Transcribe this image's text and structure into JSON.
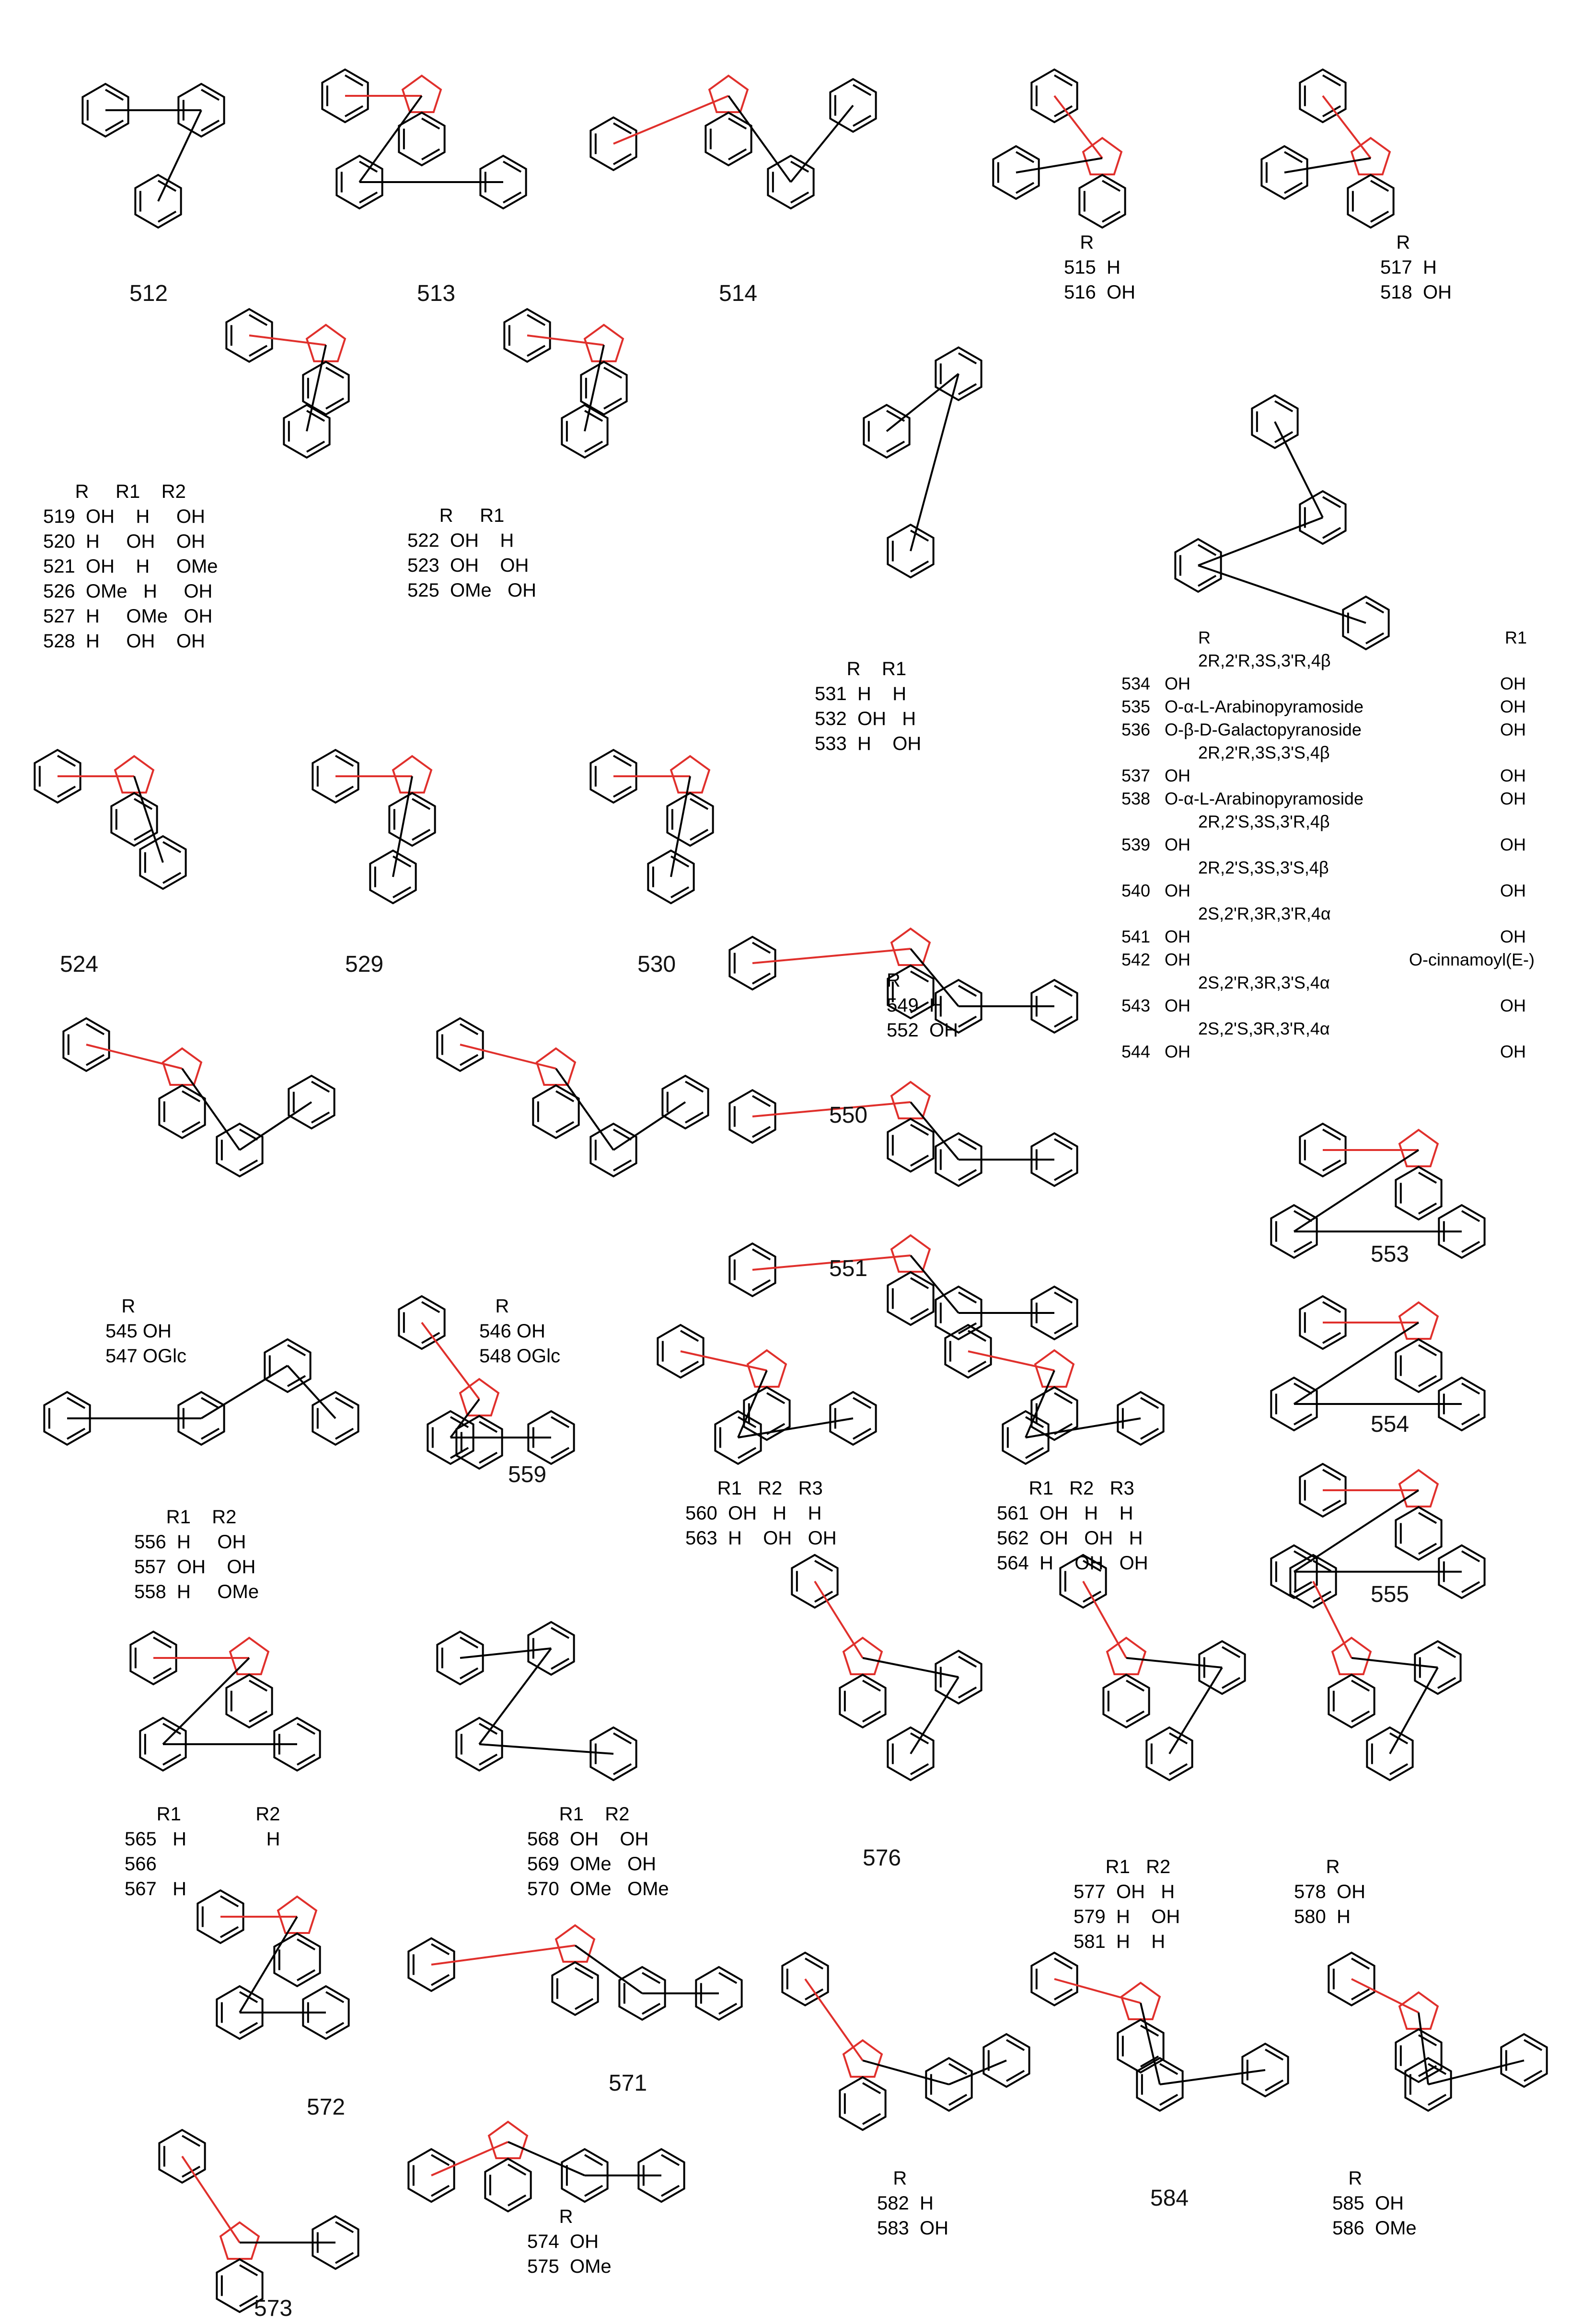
{
  "compounds": [
    {
      "id": "512"
    },
    {
      "id": "513"
    },
    {
      "id": "514"
    },
    {
      "id": "524"
    },
    {
      "id": "529"
    },
    {
      "id": "530"
    },
    {
      "id": "545 / 547"
    },
    {
      "id": "546 / 548"
    },
    {
      "id": "549 / 552"
    },
    {
      "id": "550"
    },
    {
      "id": "551"
    },
    {
      "id": "553"
    },
    {
      "id": "554"
    },
    {
      "id": "555"
    },
    {
      "id": "559"
    },
    {
      "id": "571"
    },
    {
      "id": "572"
    },
    {
      "id": "573"
    },
    {
      "id": "576"
    },
    {
      "id": "584"
    }
  ],
  "labels": {
    "c512": "512",
    "c513": "513",
    "c514": "514",
    "c524": "524",
    "c529": "529",
    "c530": "530",
    "c550": "550",
    "c551": "551",
    "c553": "553",
    "c554": "554",
    "c555": "555",
    "c559": "559",
    "c571": "571",
    "c572": "572",
    "c573": "573",
    "c576": "576",
    "c584": "584"
  },
  "subst_tables": {
    "t515": "   R\n515  H\n516  OH",
    "t517": "   R\n517  H\n518  OH",
    "t519": "      R     R1    R2\n519  OH    H     OH\n520  H     OH    OH\n521  OH    H     OMe\n526  OMe   H     OH\n527  H     OMe   OH\n528  H     OH    OH",
    "t522": "      R     R1\n522  OH    H\n523  OH    OH\n525  OMe   OH",
    "t531": "      R    R1\n531  H    H\n532  OH   H\n533  H    OH",
    "t545": "   R\n545 OH\n547 OGlc",
    "t546": "   R\n546 OH\n548 OGlc",
    "t549": "R\n549  H\n552  OH",
    "t556": "      R1    R2\n556  H     OH\n557  OH    OH\n558  H     OMe",
    "t560": "      R1   R2   R3\n560  OH   H    H\n563  H    OH   OH",
    "t561": "      R1   R2   R3\n561  OH   H    H\n562  OH   OH   H\n564  H    OH   OH",
    "t565": "      R1              R2\n565   H               H\n566\n567   H",
    "t568": "      R1    R2\n568  OH    OH\n569  OMe   OH\n570  OMe   OMe",
    "t574": "      R\n574  OH\n575  OMe",
    "t577": "      R1   R2\n577  OH   H\n579  H    OH\n581  H    H",
    "t578": "      R\n578  OH\n580  H",
    "t582": "   R\n582  H\n583  OH",
    "t585": "   R\n585  OH\n586  OMe"
  },
  "glycoside_table": {
    "header_r": "R",
    "header_r1": "R1",
    "rows": [
      {
        "id": "",
        "r": "2R,2'R,3S,3'R,4β",
        "r1": ""
      },
      {
        "id": "534",
        "r": "OH",
        "r1": "OH"
      },
      {
        "id": "535",
        "r": "O-α-L-Arabinopyramoside",
        "r1": "OH"
      },
      {
        "id": "536",
        "r": "O-β-D-Galactopyranoside",
        "r1": "OH"
      },
      {
        "id": "",
        "r": "2R,2'R,3S,3'S,4β",
        "r1": ""
      },
      {
        "id": "537",
        "r": "OH",
        "r1": "OH"
      },
      {
        "id": "538",
        "r": "O-α-L-Arabinopyramoside",
        "r1": "OH"
      },
      {
        "id": "",
        "r": "2R,2'S,3S,3'R,4β",
        "r1": ""
      },
      {
        "id": "539",
        "r": "OH",
        "r1": "OH"
      },
      {
        "id": "",
        "r": "2R,2'S,3S,3'S,4β",
        "r1": ""
      },
      {
        "id": "540",
        "r": "OH",
        "r1": "OH"
      },
      {
        "id": "",
        "r": "2S,2'R,3R,3'R,4α",
        "r1": ""
      },
      {
        "id": "541",
        "r": "OH",
        "r1": "OH"
      },
      {
        "id": "542",
        "r": "OH",
        "r1": "O-cinnamoyl(E-)"
      },
      {
        "id": "",
        "r": "2S,2'R,3R,3'S,4α",
        "r1": ""
      },
      {
        "id": "543",
        "r": "OH",
        "r1": "OH"
      },
      {
        "id": "",
        "r": "2S,2'S,3R,3'R,4α",
        "r1": ""
      },
      {
        "id": "544",
        "r": "OH",
        "r1": "OH"
      }
    ]
  },
  "colors": {
    "bond": "#000000",
    "highlight": "#e0302c"
  }
}
